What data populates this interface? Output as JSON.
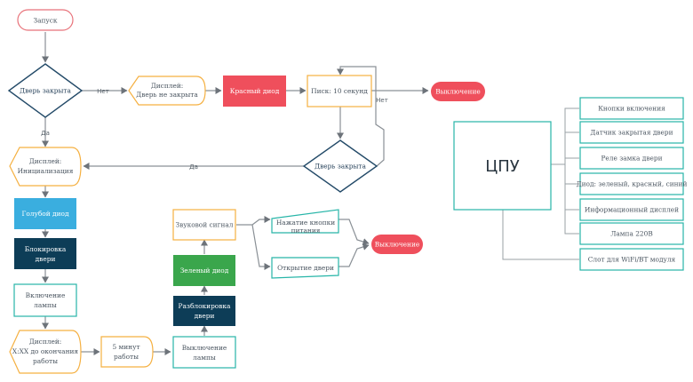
{
  "nodes": {
    "start": "Запуск",
    "door_closed_1": "Дверь закрыта",
    "display_door_open": [
      "Дисплей:",
      "Дверь не закрыта"
    ],
    "red_diode": "Красный диод",
    "beep": "Писк: 10 секунд",
    "shutdown_1": "Выключение",
    "door_closed_2": "Дверь закрыта",
    "display_init": [
      "Дисплей:",
      "Инициализация"
    ],
    "blue_diode": "Голубой диод",
    "door_lock": [
      "Блокировка",
      "двери"
    ],
    "lamp_on": [
      "Включение",
      "лампы"
    ],
    "display_remaining": [
      "Дисплей:",
      "X:XX до окончания",
      "работы"
    ],
    "five_min": [
      "5 минут",
      "работы"
    ],
    "lamp_off": [
      "Выключение",
      "лампы"
    ],
    "door_unlock": [
      "Разблокировка",
      "двери"
    ],
    "green_diode": "Зеленый диод",
    "sound": "Звуковой сигнал",
    "press_button": [
      "Нажатие кнопки",
      "питания"
    ],
    "door_opening": "Открытие двери",
    "shutdown_2": "Выключение"
  },
  "edge_labels": {
    "no_1": "Нет",
    "yes_1": "Да",
    "no_2": "Нет",
    "yes_2": "Да"
  },
  "cpu": {
    "title": "ЦПУ",
    "items": [
      "Кнопки включения",
      "Датчик закрытая двери",
      "Реле замка двери",
      "Диод: зеленый, красный, синий",
      "Информационный дисплей",
      "Лампа 220В",
      "Слот для WiFi/BT модуля"
    ]
  },
  "colors": {
    "terminal_border": "#e8727a",
    "terminal_fill": "#ef4f5c",
    "decision_border": "#234a68",
    "process_border": "#27b5a8",
    "orange_border": "#f5b041",
    "red_fill": "#ef4f5c",
    "blue_fill": "#3aaedf",
    "dark_fill": "#0d3d57",
    "green_fill": "#3aa64c"
  }
}
